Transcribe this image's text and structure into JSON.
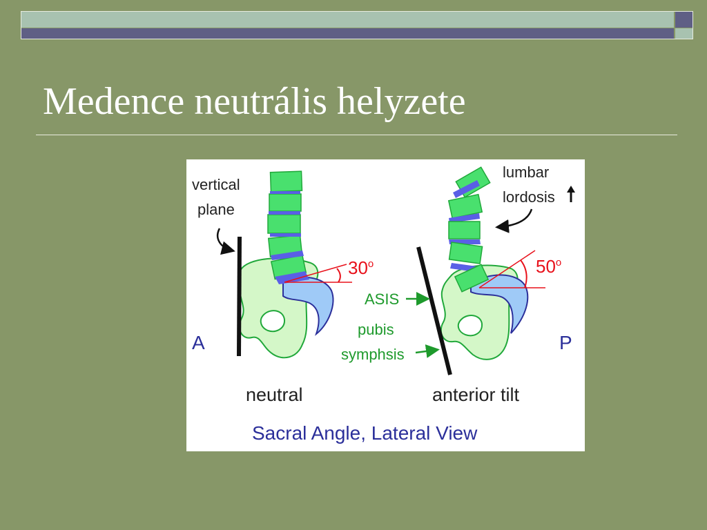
{
  "slide": {
    "title": "Medence neutrális helyzete"
  },
  "figure": {
    "caption": "Sacral Angle, Lateral View",
    "vertical_plane_line1": "vertical",
    "vertical_plane_line2": "plane",
    "lumbar_line1": "lumbar",
    "lumbar_line2": "lordosis",
    "angle_neutral": "30",
    "angle_tilt": "50",
    "degree_mark": "o",
    "asis_label": "ASIS",
    "pubis_line1": "pubis",
    "pubis_line2": "symphsis",
    "side_anterior": "A",
    "side_posterior": "P",
    "neutral_label": "neutral",
    "tilt_label": "anterior tilt"
  },
  "colors": {
    "background": "#879768",
    "header_light": "#a8c2b0",
    "header_dark": "#5f5f85",
    "bone_fill": "#d4f7c8",
    "bone_stroke": "#20a83a",
    "vertebra_fill": "#49e06e",
    "disc_fill": "#5a5fe6",
    "sacrum_fill": "#9fcaf7",
    "angle_red": "#e8101a",
    "label_green": "#1e9a2c",
    "caption_blue": "#2b2f9a"
  }
}
